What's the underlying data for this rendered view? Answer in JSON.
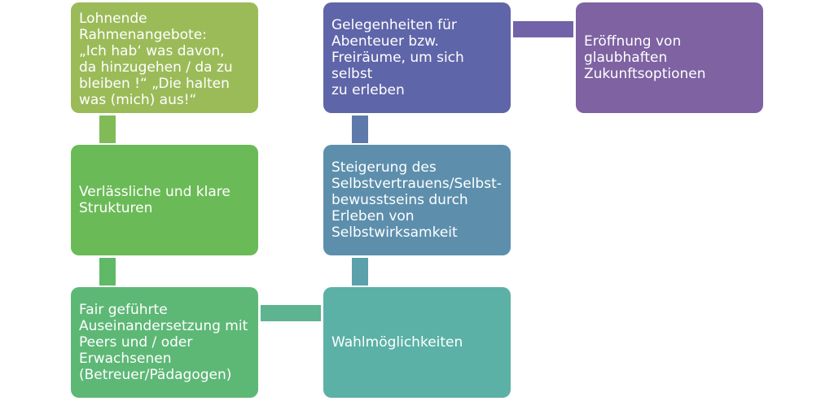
{
  "nodes": [
    {
      "id": "lohnende",
      "text": "Lohnende\nRahmenangebote:\n„Ich hab‘ was davon,\nda hinzugehen / da zu\nbleiben !“ „Die halten\nwas (mich) aus!“",
      "color": "#9bbb59"
    },
    {
      "id": "verlaessliche",
      "text": "Verlässliche und klare\nStrukturen",
      "color": "#6abb57"
    },
    {
      "id": "fair",
      "text": "Fair geführte\nAuseinandersetzung mit\nPeers und / oder\nErwachsenen\n(Betreuer/Pädagogen)",
      "color": "#5db876"
    },
    {
      "id": "wahl",
      "text": "Wahlmöglichkeiten",
      "color": "#5bb1a6"
    },
    {
      "id": "steigerung",
      "text": "Steigerung des\nSelbstvertrauens/Selbst-\nbewusstseins durch\nErleben von\nSelbstwirksamkeit",
      "color": "#5d8fad"
    },
    {
      "id": "gelegenheiten",
      "text": "Gelegenheiten für\nAbenteuer bzw.\nFreiräume, um sich selbst\nzu erleben",
      "color": "#5f65a9"
    },
    {
      "id": "eroeffnung",
      "text": "Eröffnung von\nglaubhaften\nZukunftsoptionen",
      "color": "#7e62a2"
    }
  ],
  "connectors": [
    {
      "from": "lohnende",
      "to": "verlaessliche",
      "color": "#80bb58"
    },
    {
      "from": "verlaessliche",
      "to": "fair",
      "color": "#60b967"
    },
    {
      "from": "fair",
      "to": "wahl",
      "color": "#5db48f"
    },
    {
      "from": "wahl",
      "to": "steigerung",
      "color": "#5ca0ab"
    },
    {
      "from": "steigerung",
      "to": "gelegenheiten",
      "color": "#5e7aab"
    },
    {
      "from": "gelegenheiten",
      "to": "eroeffnung",
      "color": "#7263a8"
    }
  ]
}
